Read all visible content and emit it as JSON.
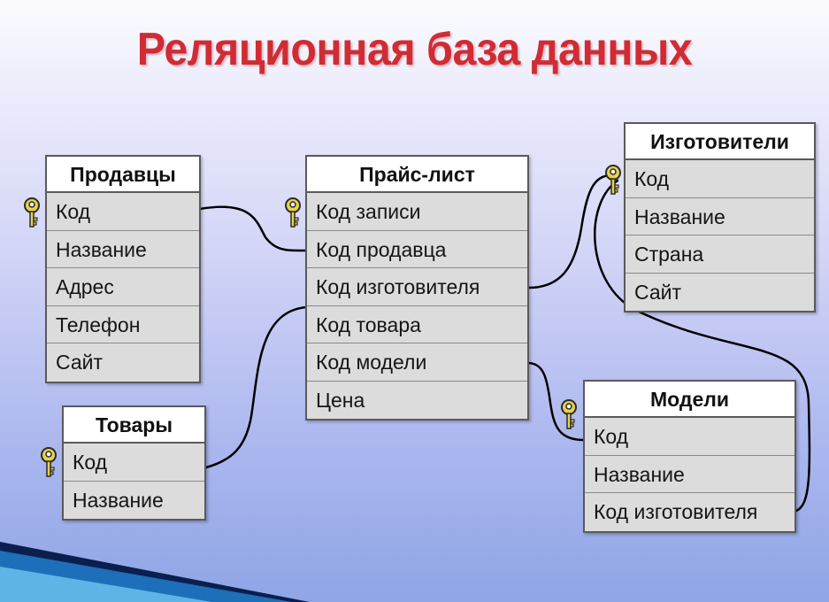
{
  "title": "Реляционная база данных",
  "key_icon": "key-icon",
  "colors": {
    "title": "#d12b34",
    "header_bg": "#ffffff",
    "field_bg": "#dcdcdc",
    "border": "#5a5a5a",
    "key": "#e8d24a"
  },
  "entities": {
    "sellers": {
      "name": "Продавцы",
      "fields": [
        "Код",
        "Название",
        "Адрес",
        "Телефон",
        "Сайт"
      ]
    },
    "goods": {
      "name": "Товары",
      "fields": [
        "Код",
        "Название"
      ]
    },
    "pricelist": {
      "name": "Прайс-лист",
      "fields": [
        "Код записи",
        "Код продавца",
        "Код изготовителя",
        "Код товара",
        "Код модели",
        "Цена"
      ]
    },
    "manufacturers": {
      "name": "Изготовители",
      "fields": [
        "Код",
        "Название",
        "Страна",
        "Сайт"
      ]
    },
    "models": {
      "name": "Модели",
      "fields": [
        "Код",
        "Название",
        "Код изготовителя"
      ]
    }
  },
  "relations": [
    {
      "from": "Продавцы.Код",
      "to": "Прайс-лист.Код продавца"
    },
    {
      "from": "Товары.Код",
      "to": "Прайс-лист.Код товара"
    },
    {
      "from": "Изготовители.Код",
      "to": "Прайс-лист.Код изготовителя"
    },
    {
      "from": "Модели.Код",
      "to": "Прайс-лист.Код модели"
    },
    {
      "from": "Изготовители.Код",
      "to": "Модели.Код изготовителя"
    }
  ]
}
